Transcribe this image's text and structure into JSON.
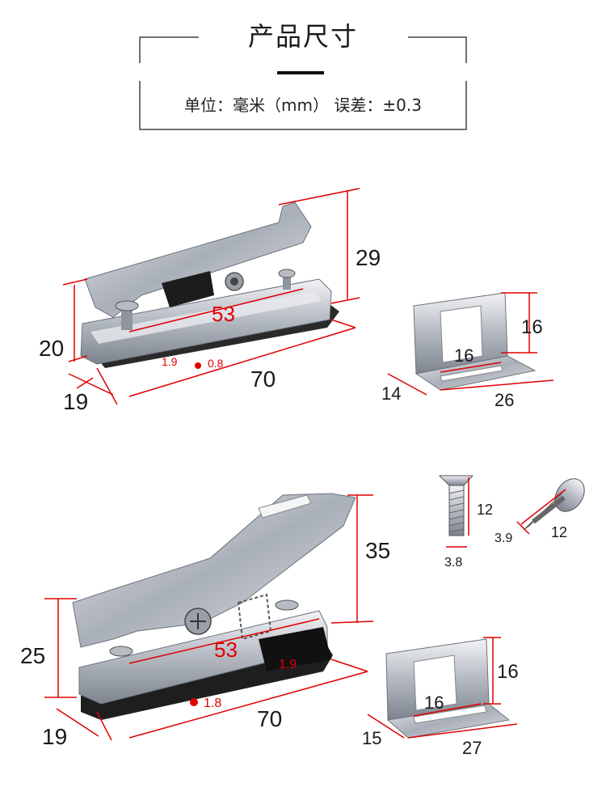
{
  "header": {
    "title": "产品尺寸",
    "subtitle": "单位：毫米（mm） 误差：±0.3"
  },
  "colors": {
    "dimension_red": "#e00000",
    "background": "#ffffff",
    "metal": "#c9ccd1"
  },
  "punch_small": {
    "height_total": "29",
    "height_body": "20",
    "length": "70",
    "width": "19",
    "cut_length": "53",
    "gap_a": "1.9",
    "gap_b": "0.8"
  },
  "bracket_small": {
    "height": "16",
    "slot": "16",
    "depth": "14",
    "width": "26"
  },
  "screw_flat": {
    "length": "12",
    "diameter": "3.8"
  },
  "screw_pan": {
    "length": "12",
    "diameter": "3.9"
  },
  "punch_large": {
    "height_total": "35",
    "height_body": "25",
    "length": "70",
    "width": "19",
    "cut_length": "53",
    "gap_a": "1.9",
    "gap_b": "1.8"
  },
  "bracket_large": {
    "height": "16",
    "slot": "16",
    "depth": "15",
    "width": "27"
  }
}
